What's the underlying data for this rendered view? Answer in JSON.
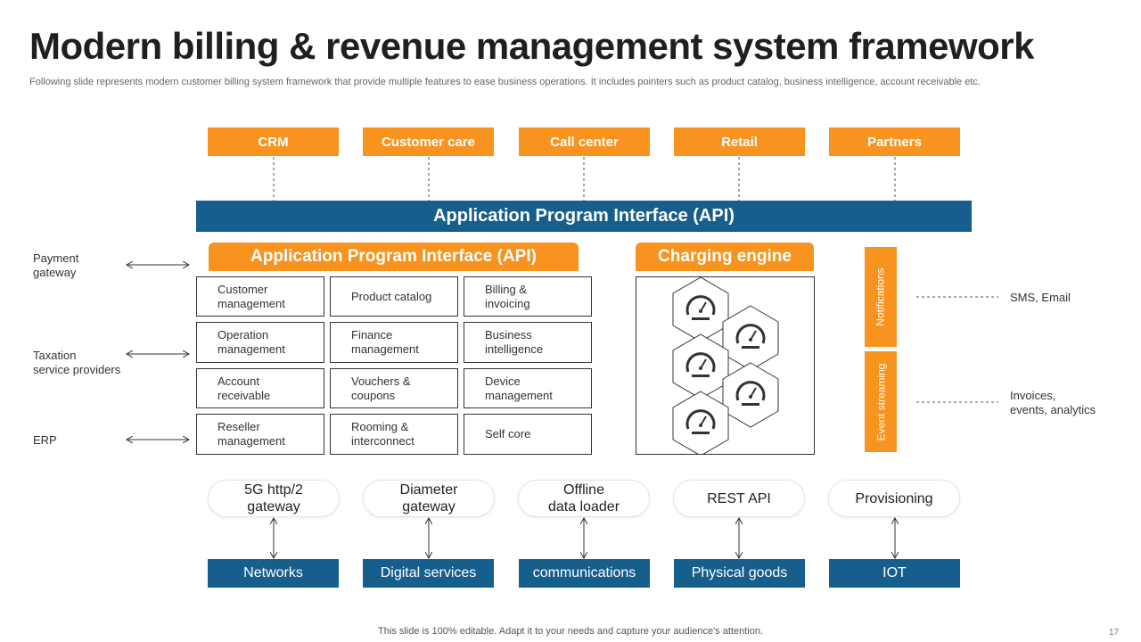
{
  "slide": {
    "title": "Modern billing & revenue management system framework",
    "subtitle": "Following slide represents modern customer billing system framework that provide multiple features to ease business operations. It includes pointers such as product catalog, business intelligence, account receivable etc.",
    "footer": "This slide is 100% editable. Adapt it to your needs and capture your audience's attention.",
    "page_number": "17"
  },
  "top_channels": [
    "CRM",
    "Customer care",
    "Call center",
    "Retail",
    "Partners"
  ],
  "api_bar": "Application Program Interface (API)",
  "modules": {
    "tab_label": "Application Program Interface (API)",
    "cells": [
      [
        "Customer\nmanagement",
        "Product catalog",
        "Billing &\ninvoicing"
      ],
      [
        "Operation\nmanagement",
        "Finance\nmanagement",
        "Business\nintelligence"
      ],
      [
        "Account\nreceivable",
        "Vouchers &\ncoupons",
        "Device\nmanagement"
      ],
      [
        "Reseller\nmanagement",
        "Rooming &\ninterconnect",
        "Self core"
      ]
    ]
  },
  "charging_engine": {
    "label": "Charging engine",
    "icon": "gauge-icon"
  },
  "left_labels": [
    "Payment\ngateway",
    "Taxation\nservice providers",
    "ERP"
  ],
  "right_streams": {
    "notifications": "Notifications",
    "event_streaming": "Event streaming",
    "notifications_target": "SMS, Email",
    "events_target": "Invoices,\nevents, analytics"
  },
  "gateways": [
    "5G http/2\ngateway",
    "Diameter\ngateway",
    "Offline\ndata loader",
    "REST API",
    "Provisioning"
  ],
  "bottom_domains": [
    "Networks",
    "Digital services",
    "communications",
    "Physical goods",
    "IOT"
  ],
  "colors": {
    "orange": "#f7931e",
    "blue": "#165e8c"
  }
}
